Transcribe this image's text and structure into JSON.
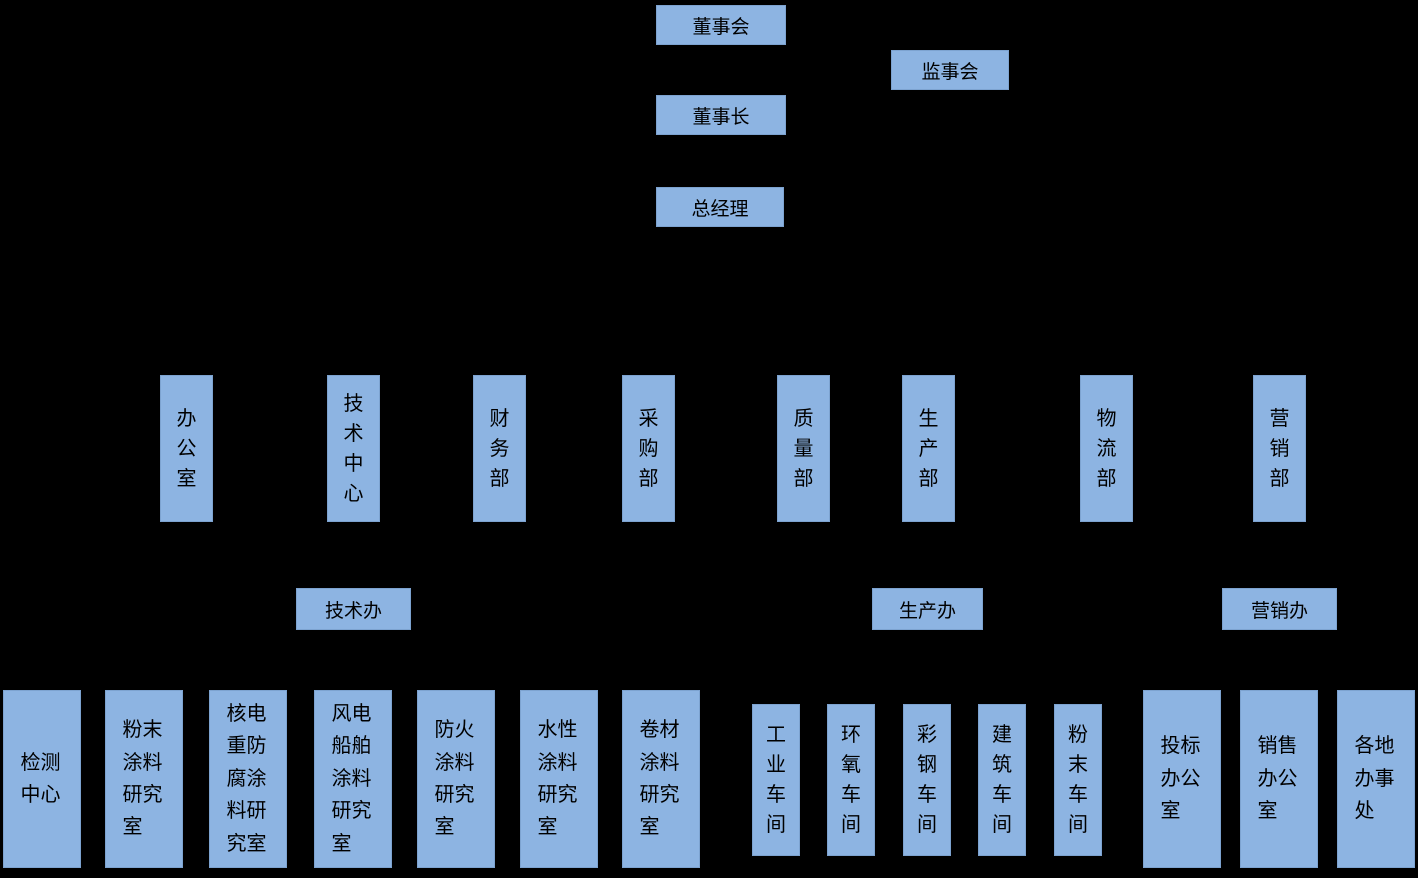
{
  "colors": {
    "background": "#000000",
    "box_fill": "#8DB4E2",
    "box_text": "#000000"
  },
  "top": {
    "board_of_directors": "董事会",
    "supervisory_board": "监事会",
    "chairman": "董事长",
    "general_manager": "总经理"
  },
  "departments": [
    {
      "label": "办公室"
    },
    {
      "label": "技术中心"
    },
    {
      "label": "财务部"
    },
    {
      "label": "采购部"
    },
    {
      "label": "质量部"
    },
    {
      "label": "生产部"
    },
    {
      "label": "物流部"
    },
    {
      "label": "营销部"
    }
  ],
  "sub_offices": [
    {
      "label": "技术办"
    },
    {
      "label": "生产办"
    },
    {
      "label": "营销办"
    }
  ],
  "bottom_units": [
    {
      "label": "检测中心"
    },
    {
      "label": "粉末涂料研究室"
    },
    {
      "label": "核电重防腐涂料研究室"
    },
    {
      "label": "风电船舶涂料研究室"
    },
    {
      "label": "防火涂料研究室"
    },
    {
      "label": "水性涂料研究室"
    },
    {
      "label": "卷材涂料研究室"
    },
    {
      "label": "工业车间"
    },
    {
      "label": "环氧车间"
    },
    {
      "label": "彩钢车间"
    },
    {
      "label": "建筑车间"
    },
    {
      "label": "粉末车间"
    },
    {
      "label": "投标办公室"
    },
    {
      "label": "销售办公室"
    },
    {
      "label": "各地办事处"
    }
  ]
}
